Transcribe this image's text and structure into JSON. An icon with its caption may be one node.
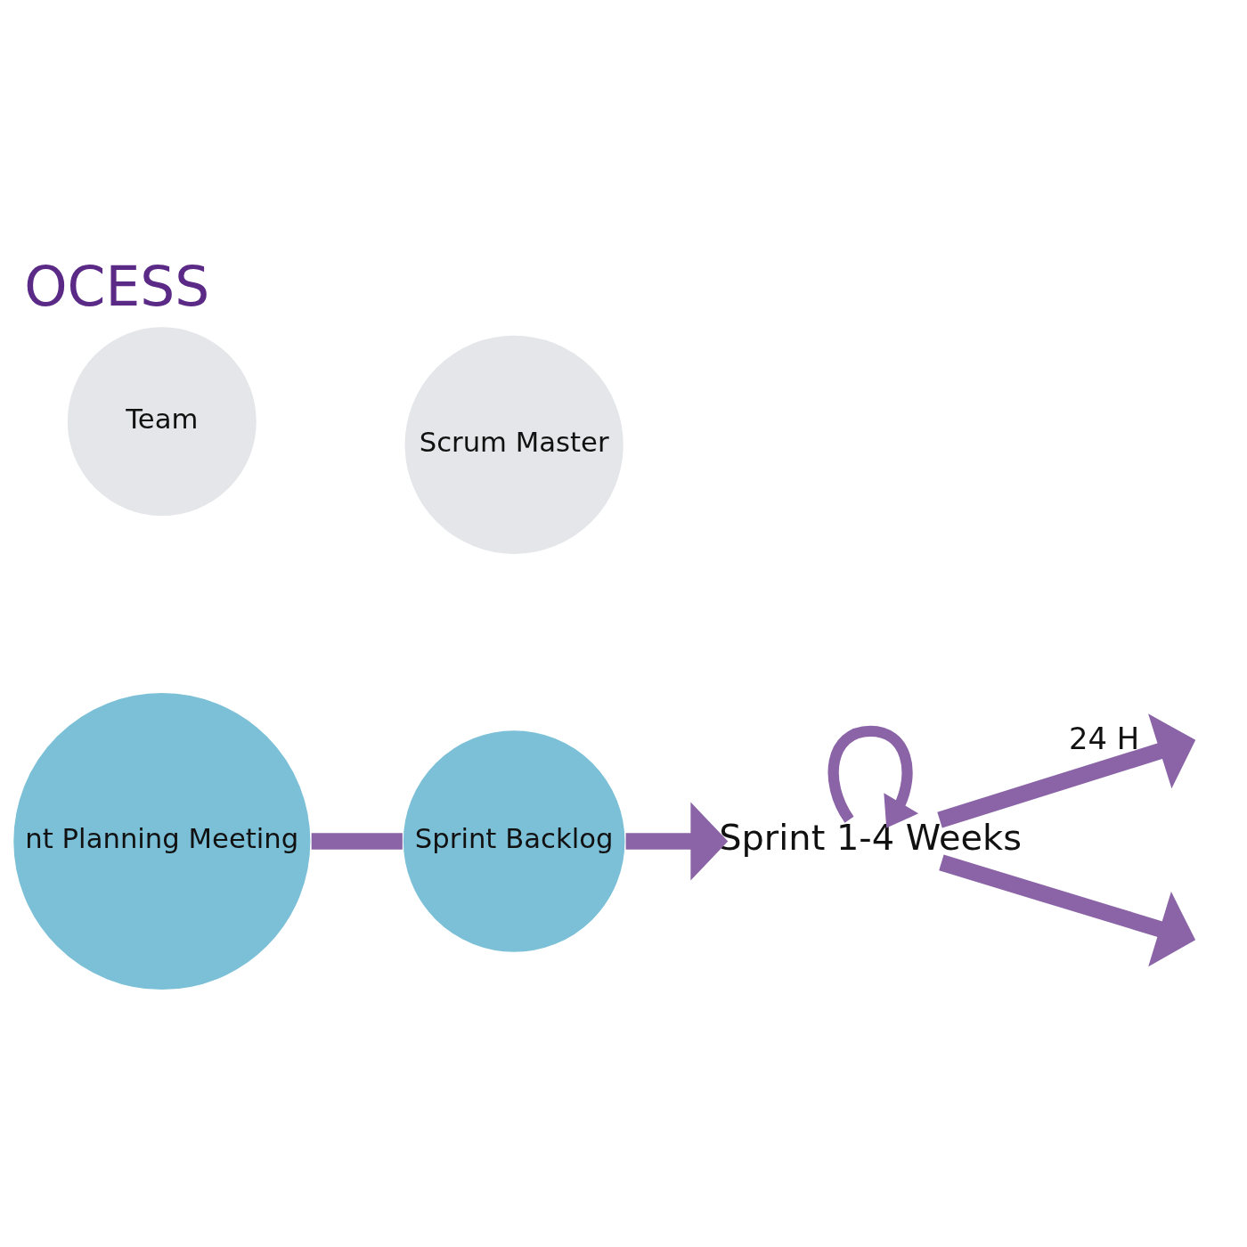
{
  "diagram": {
    "title": "OCESS",
    "nodes": [
      {
        "text": [
          "Scrum Master"
        ]
      },
      {
        "text": [
          "Team"
        ]
      },
      {
        "text": [
          "nt Planning Meeting"
        ]
      },
      {
        "text": [
          "Sprint Backlog"
        ]
      },
      {
        "text": [
          "Sprint 1-4 Weeks"
        ]
      }
    ],
    "edges": [
      {
        "from": 2,
        "to": 3,
        "arrow": "none"
      },
      {
        "from": 3,
        "to": 4,
        "arrow": "to"
      },
      {
        "from": 4,
        "to": 4,
        "arrow": "to"
      },
      {
        "from": 4,
        "to": null,
        "arrow": "to",
        "label": "24 H"
      },
      {
        "from": 4,
        "to": null,
        "arrow": "to"
      }
    ]
  }
}
